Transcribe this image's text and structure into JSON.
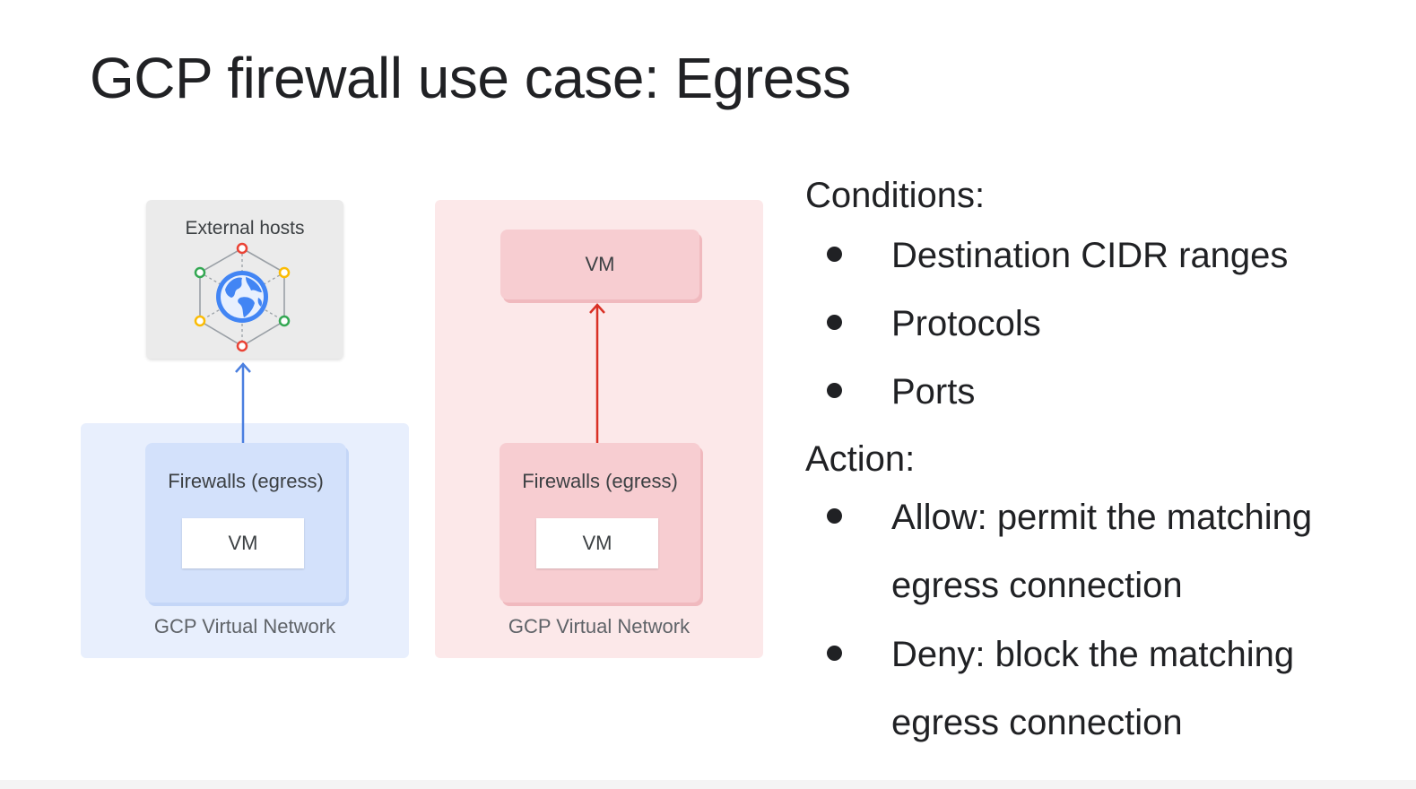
{
  "slide": {
    "title": "GCP firewall use case: Egress"
  },
  "diagram": {
    "external_hosts_label": "External hosts",
    "allow_panel": {
      "firewall_label": "Firewalls (egress)",
      "vm_label": "VM",
      "network_label": "GCP Virtual Network",
      "arrow_color": "#4a7fe0"
    },
    "deny_panel": {
      "top_vm_label": "VM",
      "firewall_label": "Firewalls (egress)",
      "vm_label": "VM",
      "network_label": "GCP Virtual Network",
      "arrow_color": "#d93025"
    },
    "globe_icon": "globe-icon",
    "node_colors": [
      "#ea4335",
      "#fbbc04",
      "#34a853"
    ]
  },
  "conditions": {
    "heading": "Conditions:",
    "items": [
      "Destination CIDR ranges",
      "Protocols",
      "Ports"
    ]
  },
  "action": {
    "heading": "Action:",
    "items": [
      "Allow: permit the matching egress connection",
      "Deny: block the matching egress connection"
    ]
  }
}
